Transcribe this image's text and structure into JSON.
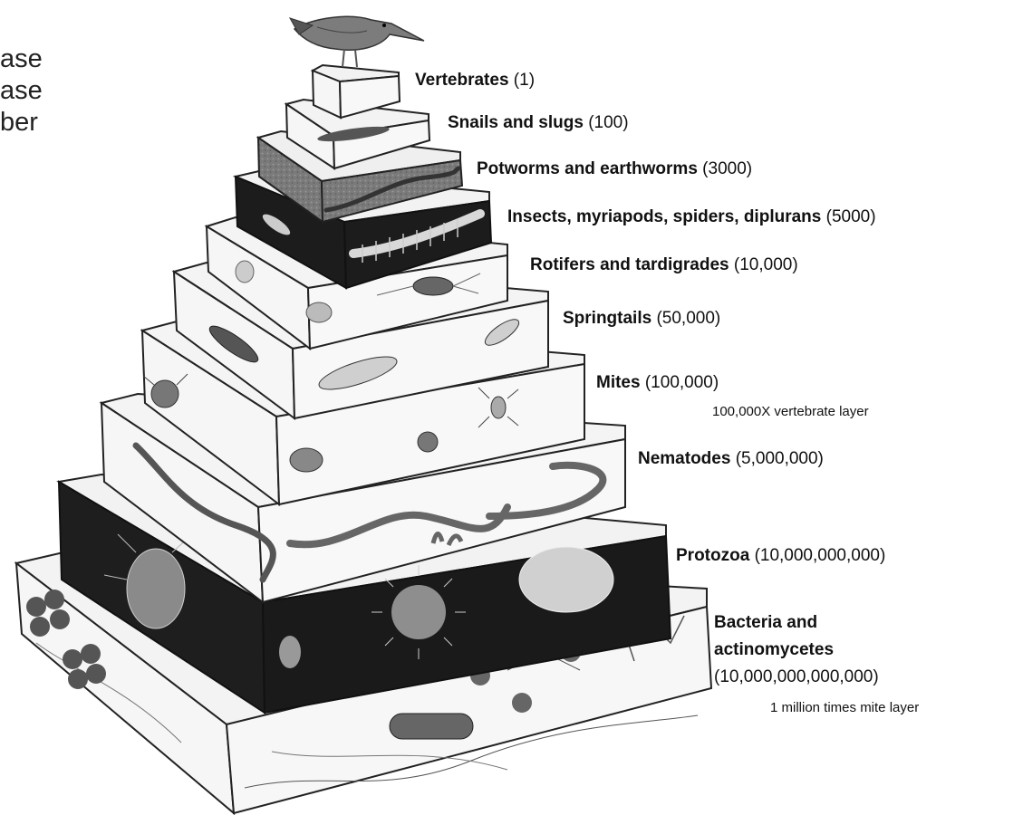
{
  "slide_text": [
    "ase",
    "ase",
    "ber"
  ],
  "layers": [
    {
      "name": "Vertebrates",
      "count": "(1)"
    },
    {
      "name": "Snails and slugs",
      "count": "(100)"
    },
    {
      "name": "Potworms and earthworms",
      "count": "(3000)"
    },
    {
      "name": "Insects, myriapods, spiders, diplurans",
      "count": "(5000)"
    },
    {
      "name": "Rotifers and tardigrades",
      "count": "(10,000)"
    },
    {
      "name": "Springtails",
      "count": "(50,000)"
    },
    {
      "name": "Mites",
      "count": "(100,000)"
    },
    {
      "name": "Nematodes",
      "count": "(5,000,000)"
    },
    {
      "name": "Protozoa",
      "count": "(10,000,000,000)"
    },
    {
      "name_line1": "Bacteria and",
      "name_line2": "actinomycetes",
      "count": "(10,000,000,000,000)"
    }
  ],
  "notes": {
    "mites": "100,000X vertebrate layer",
    "bacteria": "1 million times mite layer"
  },
  "colors": {
    "light_layer": "#f4f4f4",
    "dark_layer": "#1c1c1c",
    "mid_layer": "#6d6d6d",
    "outline": "#222222"
  },
  "icons": [
    "bird-icon",
    "slug-icon",
    "earthworm-icon",
    "centipede-icon",
    "rotifer-icon",
    "springtail-icon",
    "mite-icon",
    "nematode-icon",
    "protozoan-icon",
    "bacteria-icon"
  ]
}
